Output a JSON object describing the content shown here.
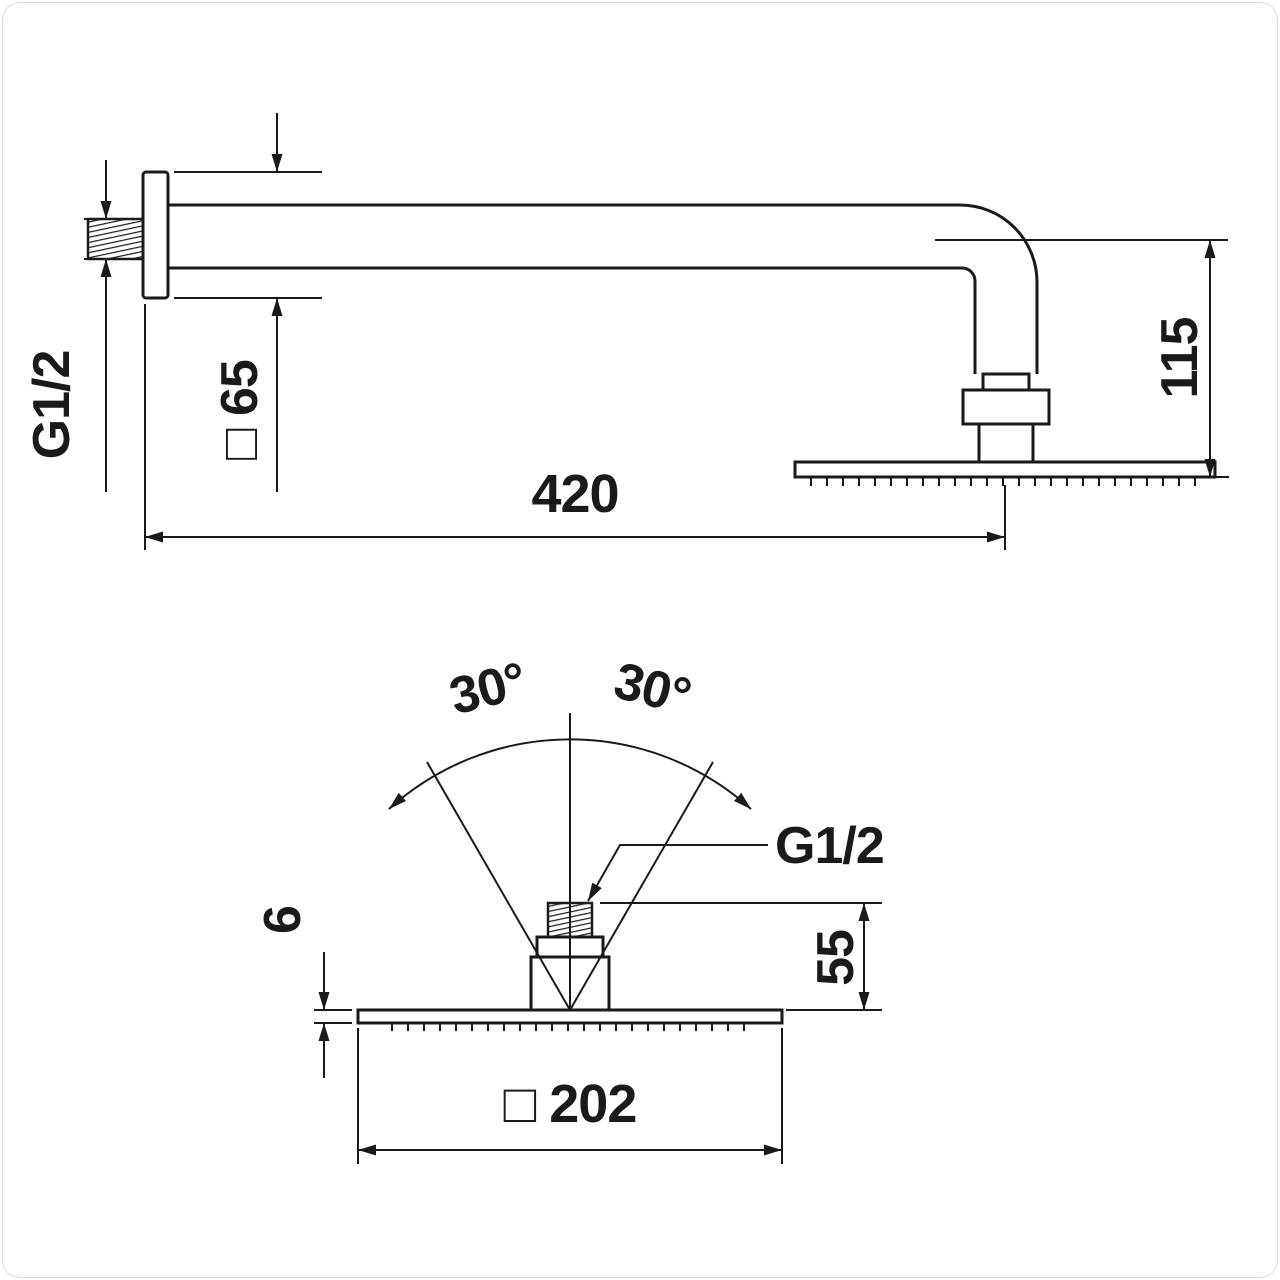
{
  "drawing": {
    "kind": "technical-dimension-drawing",
    "line_color": "#1a1a1a",
    "background": "#ffffff",
    "side_view": {
      "thread_label": "G1/2",
      "flange_size_label": "□ 65",
      "arm_length_label": "420",
      "drop_height_label": "115"
    },
    "front_view": {
      "swivel_angle_left_label": "30°",
      "swivel_angle_right_label": "30°",
      "thread_label": "G1/2",
      "plate_thickness_label": "6",
      "connector_height_label": "55",
      "head_size_label": "□ 202"
    }
  }
}
